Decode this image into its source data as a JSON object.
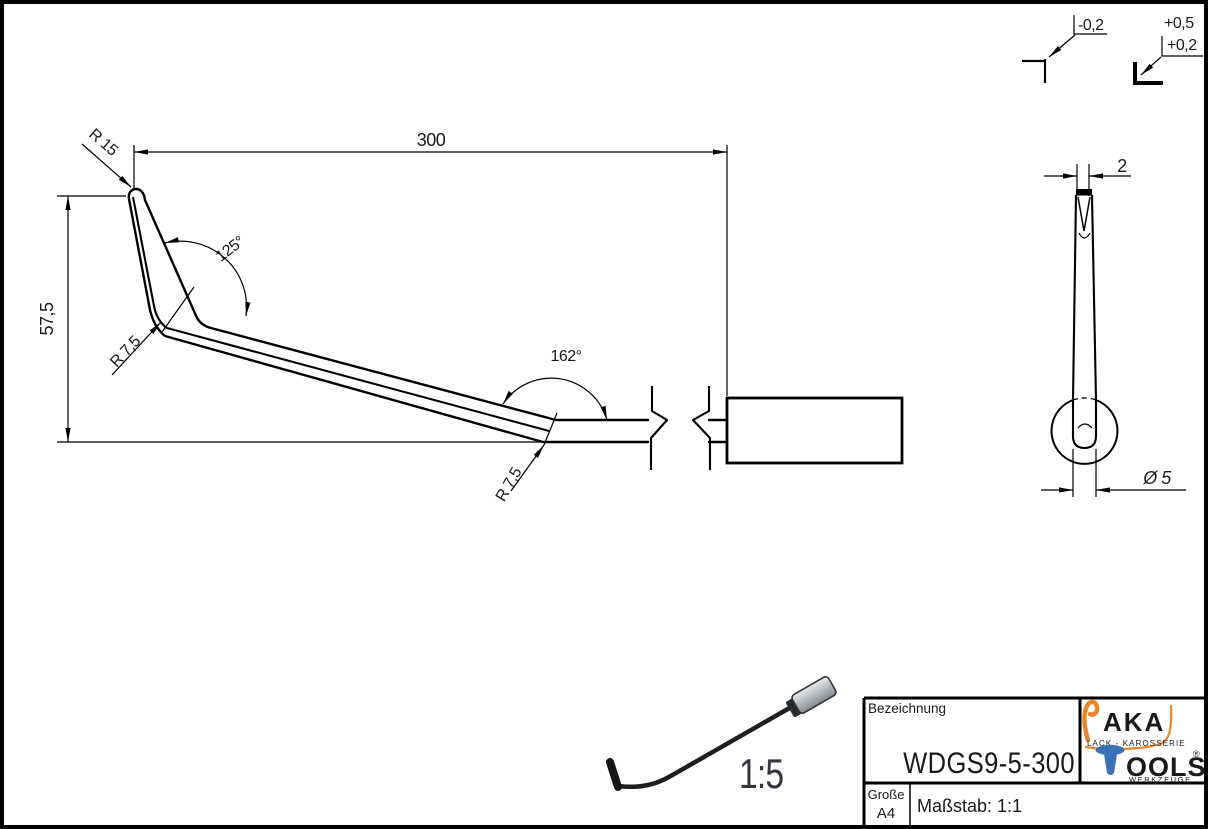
{
  "drawing": {
    "background": "#ffffff",
    "line_color": "#000000"
  },
  "edge_tolerances": {
    "left_value": "-0,2",
    "right_upper": "+0,5",
    "right_lower": "+0,2"
  },
  "main_view": {
    "length_dim": "300",
    "height_dim": "57,5",
    "tip_radius": "R 15",
    "upper_bend_radius": "R 7,5",
    "lower_bend_radius": "R 7,5",
    "tip_angle": "125°",
    "shaft_angle": "162°"
  },
  "end_view": {
    "tip_width_dim": "2",
    "shaft_diameter_dim": "Ø 5"
  },
  "preview_view": {
    "scale_label": "1:5"
  },
  "title_block": {
    "designation_label": "Bezeichnung",
    "part_number": "WDGS9-5-300",
    "size_label": "Große",
    "size_value": "A4",
    "scale_text": "Maßstab: 1:1"
  },
  "logo": {
    "brand": "AKA",
    "subtitle": "LACK - KAROSSERIE",
    "brand2_suffix": "OOLS",
    "registered": "®",
    "subtitle2": "WERKZEUGE",
    "blue": "#3a72b6",
    "orange": "#e8872a",
    "gray": "#9c9ea1"
  }
}
